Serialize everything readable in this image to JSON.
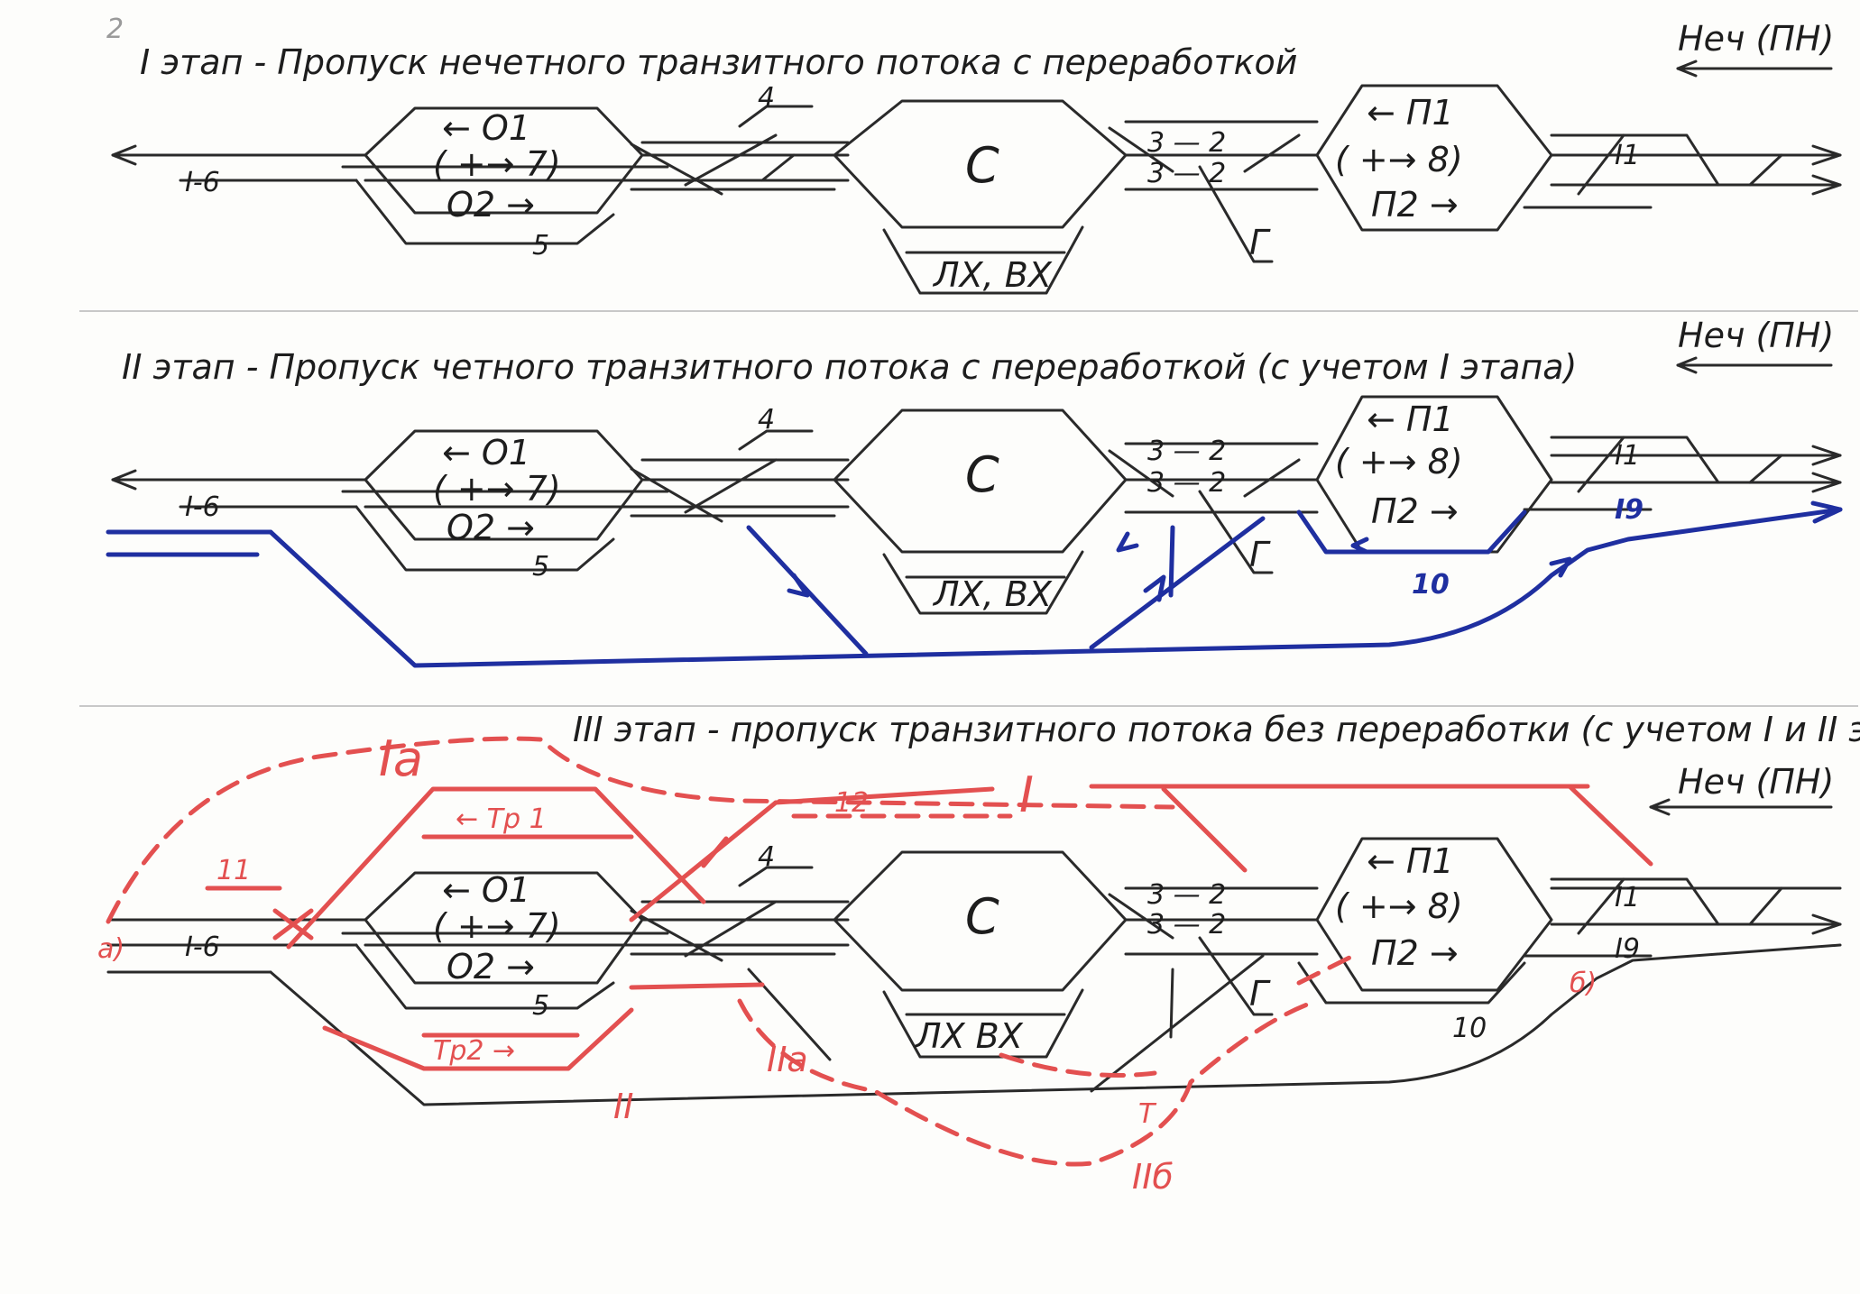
{
  "page_number": "2",
  "direction_label": "Неч (ПН)",
  "stages": [
    {
      "title": "I этап - Пропуск нечетного транзитного потока с переработкой",
      "park_left": {
        "top": "← О1",
        "mid": "( +→ 7)",
        "bottom": "О2 →"
      },
      "park_sort": "С",
      "park_right": {
        "top": "← П1",
        "mid": "( +→ 8)",
        "bottom": "П2 →"
      },
      "locomotive_depot": "ЛХ, ВХ",
      "track_6": "I-6",
      "track_5": "5",
      "track_4": "4",
      "track_1": "I1",
      "tracks_3_2": [
        "3 — 2",
        "3 — 2"
      ],
      "gorka": "Г"
    },
    {
      "title": "II этап - Пропуск четного транзитного потока с переработкой (с учетом I этапа)",
      "park_left": {
        "top": "← О1",
        "mid": "( +→ 7)",
        "bottom": "О2 →"
      },
      "park_sort": "С",
      "park_right": {
        "top": "← П1",
        "mid": "( +→ 8)",
        "bottom": "П2 →"
      },
      "locomotive_depot": "ЛХ, ВХ",
      "track_6": "I-6",
      "track_5": "5",
      "track_4": "4",
      "track_1": "I1",
      "track_9": "I9",
      "track_10": "10",
      "tracks_3_2": [
        "3 — 2",
        "3 — 2"
      ],
      "gorka": "Г"
    },
    {
      "title": "III этап - пропуск транзитного потока без переработки (с учетом I и II этапов)",
      "park_left": {
        "top": "← О1",
        "mid": "( +→ 7)",
        "bottom": "О2 →"
      },
      "park_sort": "С",
      "park_right": {
        "top": "← П1",
        "mid": "( +→ 8)",
        "bottom": "П2 →"
      },
      "locomotive_depot": "ЛХ ВХ",
      "track_6": "I-6",
      "track_5": "5",
      "track_4": "4",
      "track_1": "I1",
      "track_9": "I9",
      "track_10": "10",
      "tracks_3_2": [
        "3 — 2",
        "3 — 2"
      ],
      "gorka": "Г",
      "transit_park_1": "← Тр 1",
      "transit_park_2": "Тр2 →",
      "route_Ia": "Iа",
      "route_I": "I",
      "route_II": "II",
      "route_IIa": "IIа",
      "route_IIb": "IIб",
      "track_11": "11",
      "track_12": "12",
      "mark_a": "а)",
      "mark_b": "б)",
      "mark_T": "Т"
    }
  ],
  "colors": {
    "ink": "#2a2a2a",
    "stage2_route": "#1f2fa0",
    "stage3_route": "#e35050"
  }
}
